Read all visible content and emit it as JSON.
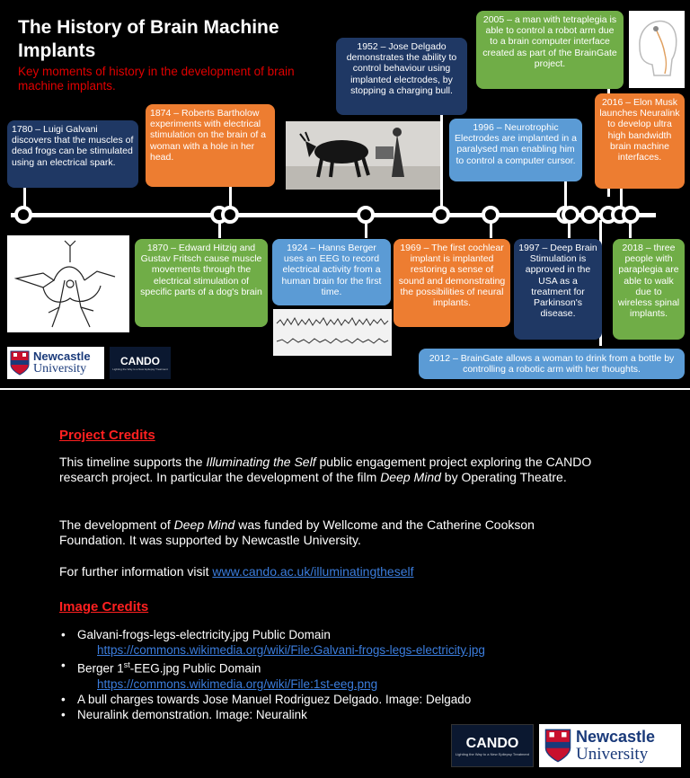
{
  "header": {
    "title": "The History of Brain Machine Implants",
    "subtitle": "Key moments of history in the development of brain machine implants."
  },
  "events": {
    "e1780": "1780 – Luigi Galvani discovers that the muscles of dead frogs can be stimulated using an electrical spark.",
    "e1874": "1874 – Roberts Bartholow experiments with electrical stimulation on the brain of a woman with a hole in her head.",
    "e1952": "1952 – Jose Delgado demonstrates the ability to control behaviour using implanted electrodes, by stopping a charging bull.",
    "e2005": "2005 – a man with tetraplegia is able to control a robot arm due to a brain computer interface created as part of the BrainGate project.",
    "e1996": "1996 – Neurotrophic Electrodes are implanted in a paralysed man enabling him to control a computer cursor.",
    "e2016": "2016 – Elon Musk launches Neuralink to develop ultra high bandwidth brain machine interfaces.",
    "e1870": "1870 – Edward Hitzig and Gustav Fritsch cause muscle movements through the electrical stimulation of specific parts of a dog's brain",
    "e1924": "1924 – Hanns Berger uses an EEG to record electrical activity from a human brain for the first time.",
    "e1969": "1969 – The first cochlear implant is implanted restoring a sense of sound and demonstrating the possibilities of neural implants.",
    "e1997": "1997 – Deep Brain Stimulation is approved in the USA as a treatment for Parkinson's disease.",
    "e2018": "2018 – three people with paraplegia are able to walk due to wireless spinal implants.",
    "e2012": "2012 – BrainGate allows a woman to drink from a bottle by controlling a robotic arm with her thoughts."
  },
  "logos": {
    "newcastle_line1": "Newcastle",
    "newcastle_line2": "University",
    "cando": "CANDO",
    "cando_tag": "Lighting the Way to a New Epilepsy Treatment"
  },
  "credits": {
    "project_header": "Project Credits",
    "p1_a": "This timeline supports the ",
    "p1_em1": "Illuminating the Self",
    "p1_b": " public engagement project exploring the CANDO research project. In particular the development of the film ",
    "p1_em2": "Deep Mind",
    "p1_c": " by Operating Theatre.",
    "p2_a": "The development of ",
    "p2_em": "Deep Mind",
    "p2_b": " was funded by Wellcome and the Catherine Cookson Foundation. It was supported by Newcastle University.",
    "p3_a": "For further information visit ",
    "p3_link": "www.cando.ac.uk/illuminatingtheself",
    "image_header": "Image Credits",
    "img1": "Galvani-frogs-legs-electricity.jpg Public Domain",
    "img1_link": "https://commons.wikimedia.org/wiki/File:Galvani-frogs-legs-electricity.jpg",
    "img2_a": "Berger 1",
    "img2_sup": "st",
    "img2_b": "-EEG.jpg Public Domain",
    "img2_link": "https://commons.wikimedia.org/wiki/File:1st-eeg.png",
    "img3": "A bull charges towards Jose Manuel Rodriguez Delgado. Image: Delgado",
    "img4": "Neuralink demonstration. Image: Neuralink"
  }
}
